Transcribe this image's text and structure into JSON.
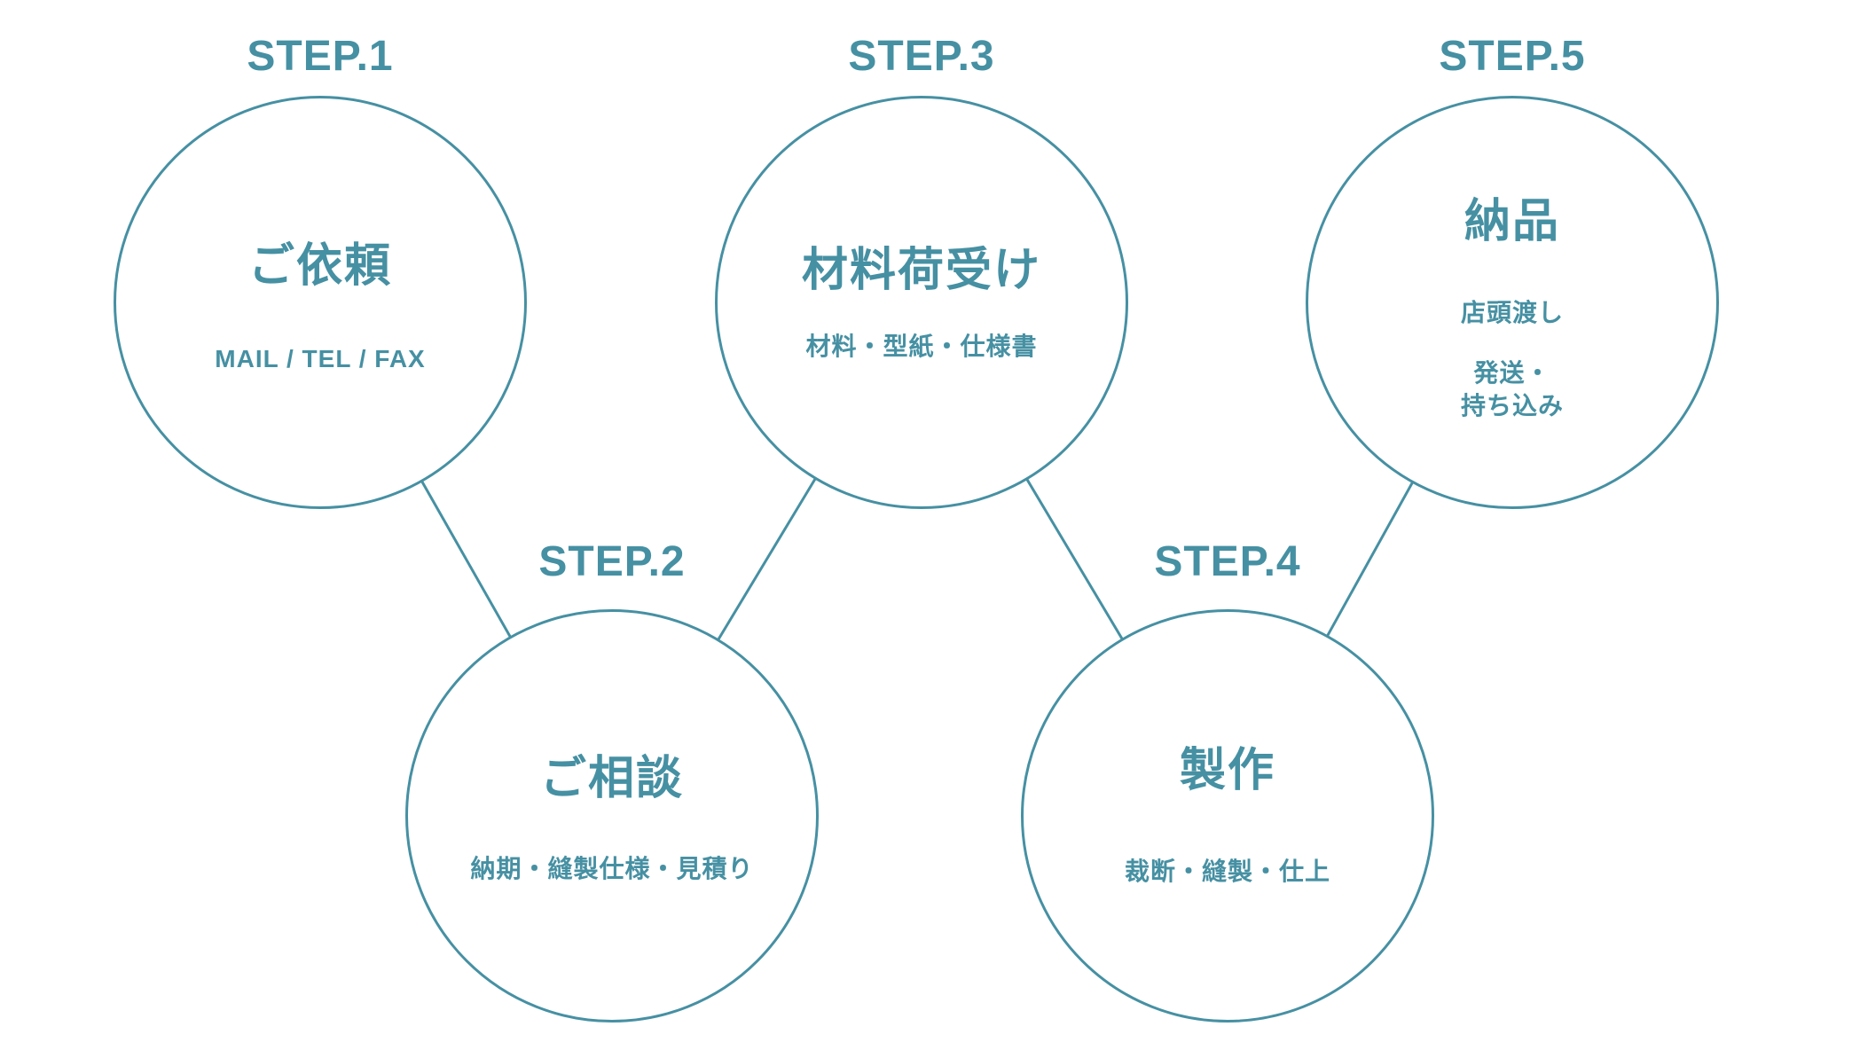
{
  "colors": {
    "accent": "#4690a3",
    "background": "#ffffff"
  },
  "diagram": {
    "type": "process-flow",
    "step_count": 5
  },
  "steps": [
    {
      "label": "STEP.1",
      "title": "ご依頼",
      "subtitle": "MAIL / TEL / FAX"
    },
    {
      "label": "STEP.2",
      "title": "ご相談",
      "subtitle": "納期・縫製仕様・見積り"
    },
    {
      "label": "STEP.3",
      "title": "材料荷受け",
      "subtitle": "材料・型紙・仕様書"
    },
    {
      "label": "STEP.4",
      "title": "製作",
      "subtitle": "裁断・縫製・仕上"
    },
    {
      "label": "STEP.5",
      "title": "納品",
      "subtitle": "店頭渡し",
      "subtitle2_line1": "発送・",
      "subtitle2_line2": "持ち込み"
    }
  ],
  "connections": [
    "STEP.1-STEP.2",
    "STEP.2-STEP.3",
    "STEP.3-STEP.4",
    "STEP.4-STEP.5"
  ]
}
